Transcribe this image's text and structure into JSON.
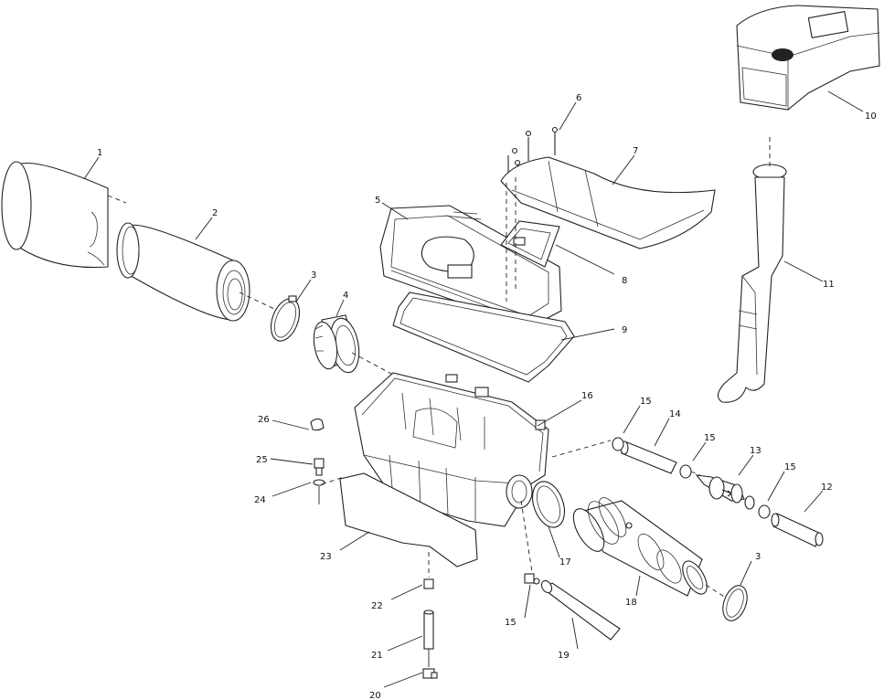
{
  "callouts": [
    {
      "id": "c1",
      "label": "1"
    },
    {
      "id": "c2",
      "label": "2"
    },
    {
      "id": "c3a",
      "label": "3"
    },
    {
      "id": "c3b",
      "label": "3"
    },
    {
      "id": "c4",
      "label": "4"
    },
    {
      "id": "c5",
      "label": "5"
    },
    {
      "id": "c6",
      "label": "6"
    },
    {
      "id": "c7",
      "label": "7"
    },
    {
      "id": "c8",
      "label": "8"
    },
    {
      "id": "c9",
      "label": "9"
    },
    {
      "id": "c10",
      "label": "10"
    },
    {
      "id": "c11",
      "label": "11"
    },
    {
      "id": "c12",
      "label": "12"
    },
    {
      "id": "c13",
      "label": "13"
    },
    {
      "id": "c14",
      "label": "14"
    },
    {
      "id": "c15a",
      "label": "15"
    },
    {
      "id": "c15b",
      "label": "15"
    },
    {
      "id": "c15c",
      "label": "15"
    },
    {
      "id": "c15d",
      "label": "15"
    },
    {
      "id": "c16",
      "label": "16"
    },
    {
      "id": "c17",
      "label": "17"
    },
    {
      "id": "c18",
      "label": "18"
    },
    {
      "id": "c19",
      "label": "19"
    },
    {
      "id": "c20",
      "label": "20"
    },
    {
      "id": "c21",
      "label": "21"
    },
    {
      "id": "c22",
      "label": "22"
    },
    {
      "id": "c23",
      "label": "23"
    },
    {
      "id": "c24",
      "label": "24"
    },
    {
      "id": "c25",
      "label": "25"
    },
    {
      "id": "c26",
      "label": "26"
    }
  ]
}
